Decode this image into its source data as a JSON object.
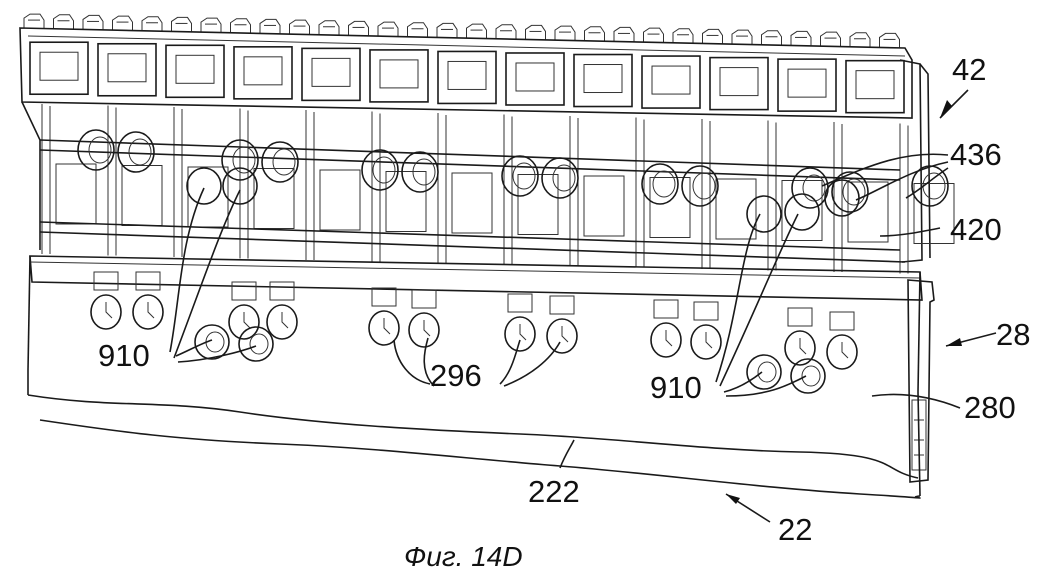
{
  "figure": {
    "caption": "Фиг. 14D",
    "labels": {
      "l42": "42",
      "l436": "436",
      "l420": "420",
      "l28": "28",
      "l910a": "910",
      "l296": "296",
      "l910b": "910",
      "l280": "280",
      "l222": "222",
      "l22": "22"
    }
  }
}
